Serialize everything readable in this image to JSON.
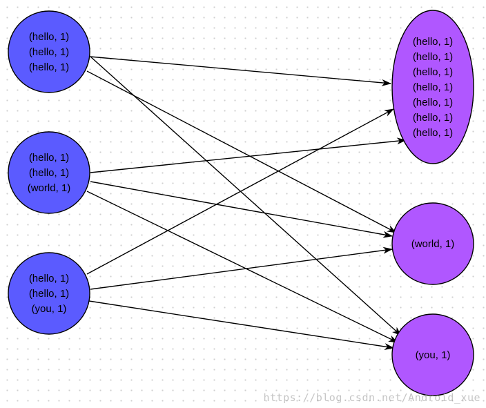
{
  "colors": {
    "source_fill": "#5b5bff",
    "target_fill": "#b057ff",
    "stroke": "#000000",
    "edge": "#000000"
  },
  "source_nodes": [
    {
      "id": "s1",
      "lines": [
        "(hello, 1)",
        "(hello, 1)",
        "(hello, 1)"
      ]
    },
    {
      "id": "s2",
      "lines": [
        "(hello, 1)",
        "(hello, 1)",
        "(world, 1)"
      ]
    },
    {
      "id": "s3",
      "lines": [
        "(hello, 1)",
        "(hello, 1)",
        "(you, 1)"
      ]
    }
  ],
  "target_nodes": [
    {
      "id": "t1",
      "lines": [
        "(hello, 1)",
        "(hello, 1)",
        "(hello, 1)",
        "(hello, 1)",
        "(hello, 1)",
        "(hello, 1)",
        "(hello, 1)"
      ]
    },
    {
      "id": "t2",
      "lines": [
        "(world, 1)"
      ]
    },
    {
      "id": "t3",
      "lines": [
        "(you, 1)"
      ]
    }
  ],
  "edges": [
    {
      "from": "s1",
      "to": "t1"
    },
    {
      "from": "s1",
      "to": "t2"
    },
    {
      "from": "s1",
      "to": "t3"
    },
    {
      "from": "s2",
      "to": "t1"
    },
    {
      "from": "s2",
      "to": "t2"
    },
    {
      "from": "s2",
      "to": "t3"
    },
    {
      "from": "s3",
      "to": "t1"
    },
    {
      "from": "s3",
      "to": "t2"
    },
    {
      "from": "s3",
      "to": "t3"
    }
  ],
  "watermark": "https://blog.csdn.net/Android_xue"
}
